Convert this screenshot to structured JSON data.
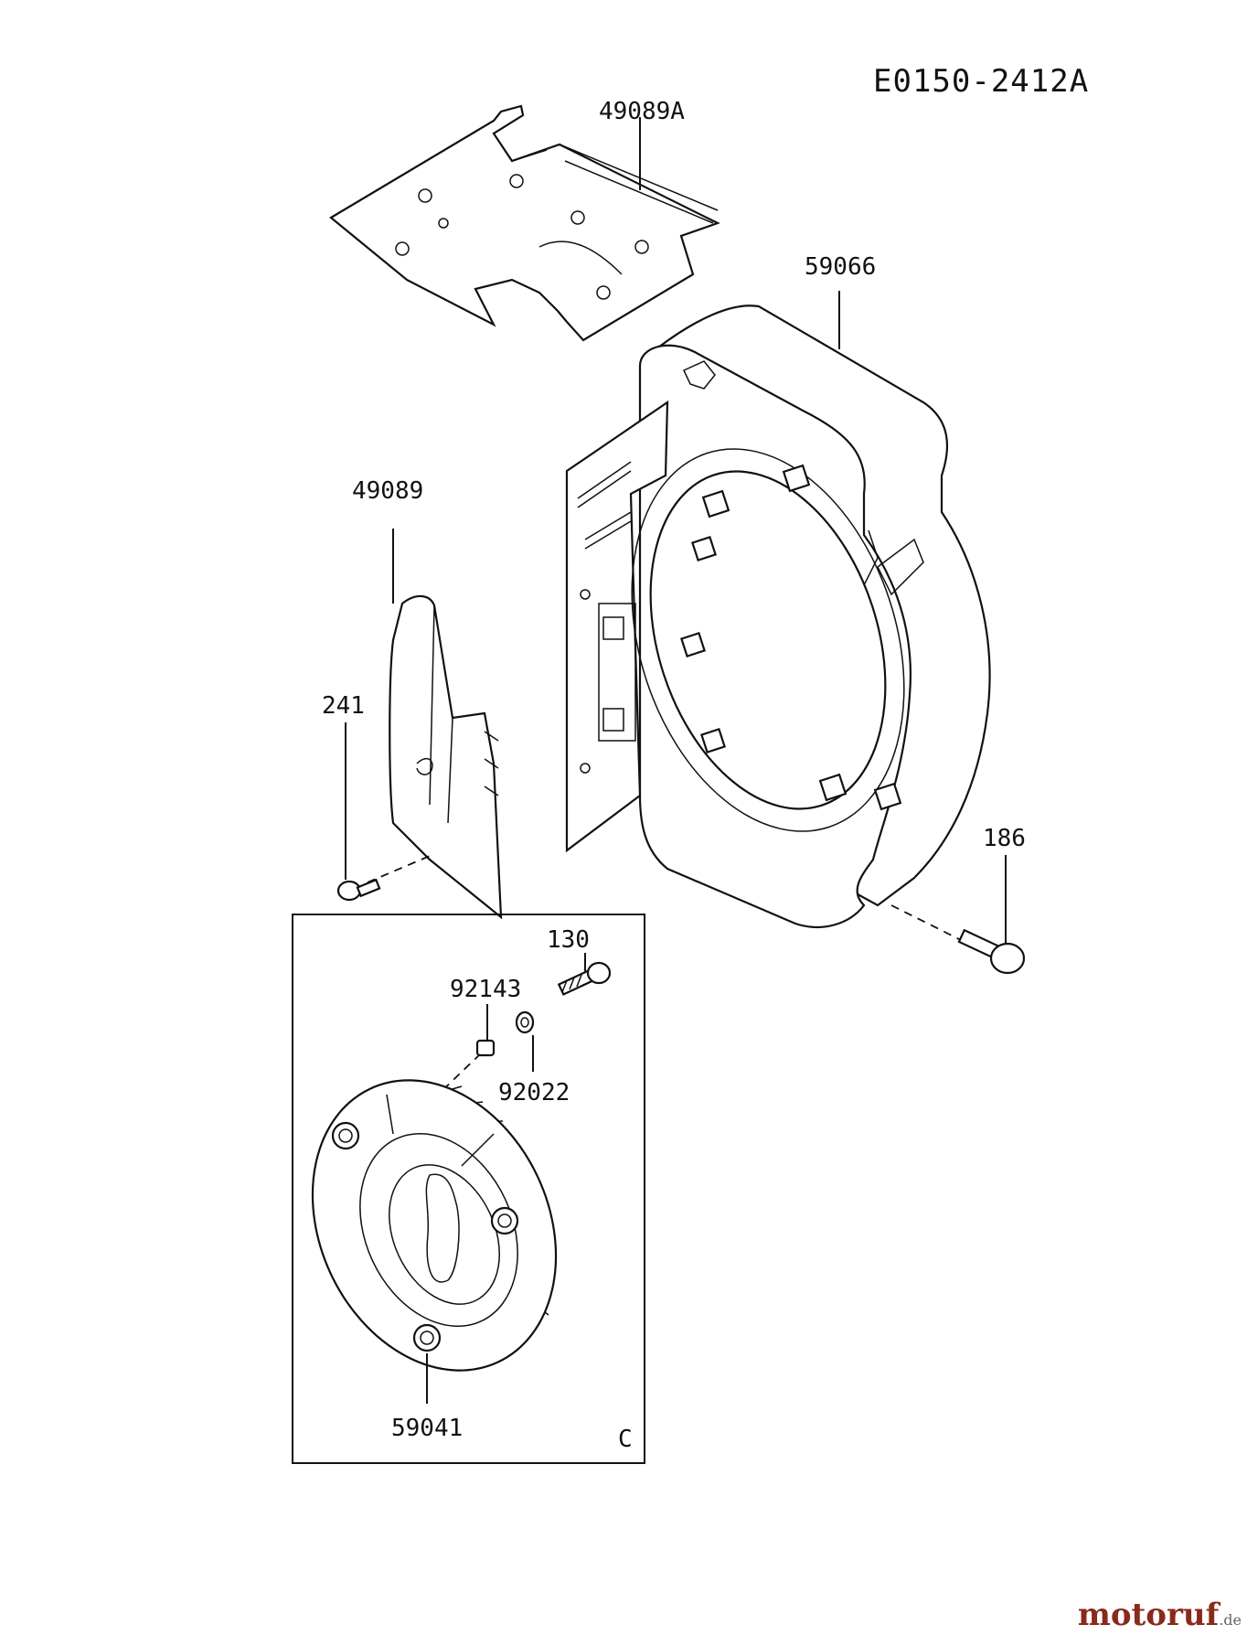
{
  "diagram": {
    "code": "E0150-2412A",
    "inset_letter": "C"
  },
  "parts": {
    "p49089A": "49089A",
    "p59066": "59066",
    "p49089": "49089",
    "p241": "241",
    "p186": "186",
    "p130": "130",
    "p92143": "92143",
    "p92022": "92022",
    "p59041": "59041"
  },
  "watermark": {
    "brand": "motoruf",
    "tld": ".de"
  },
  "colors": {
    "ink": "#111111",
    "watermark": "#8a2a1c"
  }
}
